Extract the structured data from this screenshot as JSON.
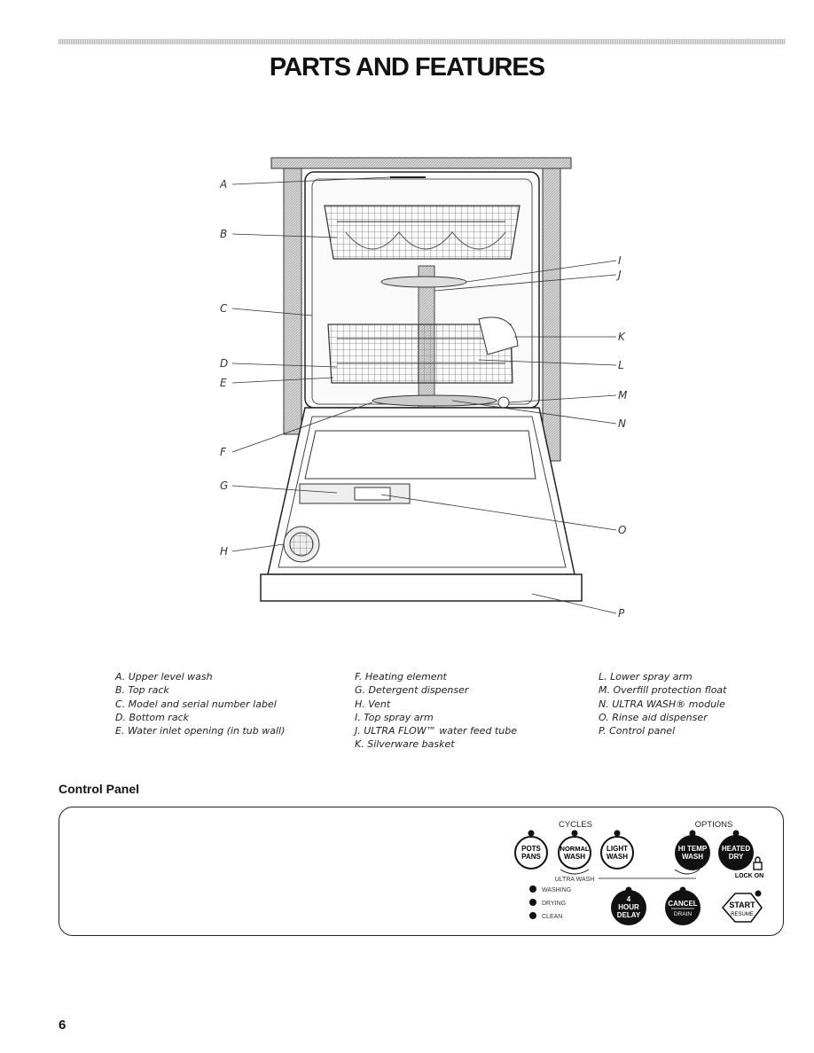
{
  "page": {
    "title": "PARTS AND FEATURES",
    "number": "6"
  },
  "diagram": {
    "callouts": [
      "A",
      "B",
      "C",
      "D",
      "E",
      "F",
      "G",
      "H",
      "I",
      "J",
      "K",
      "L",
      "M",
      "N",
      "O",
      "P"
    ]
  },
  "legend": {
    "col1": [
      "A. Upper level wash",
      "B. Top rack",
      "C. Model and serial number label",
      "D. Bottom rack",
      "E. Water inlet opening (in tub wall)"
    ],
    "col2": [
      "F. Heating element",
      "G. Detergent dispenser",
      "H. Vent",
      "I. Top spray arm",
      "J. ULTRA FLOW™ water feed tube",
      "K. Silverware basket"
    ],
    "col3": [
      "L. Lower spray arm",
      "M. Overfill protection float",
      "N. ULTRA WASH® module",
      "O. Rinse aid dispenser",
      "P. Control panel"
    ]
  },
  "control_panel": {
    "section_title": "Control Panel",
    "cycles_label": "CYCLES",
    "options_label": "OPTIONS",
    "cycle_buttons": [
      {
        "line1": "POTS",
        "line2": "PANS"
      },
      {
        "line1": "NORMAL",
        "line2": "WASH"
      },
      {
        "line1": "LIGHT",
        "line2": "WASH"
      }
    ],
    "option_buttons": [
      {
        "line1": "HI TEMP",
        "line2": "WASH"
      },
      {
        "line1": "HEATED",
        "line2": "DRY"
      }
    ],
    "ultra_wash_label": "ULTRA WASH",
    "lock_label": "LOCK ON",
    "status_lights": [
      "WASHING",
      "DRYING",
      "CLEAN"
    ],
    "delay_button": {
      "line1": "4",
      "line2": "HOUR",
      "line3": "DELAY"
    },
    "cancel_button": {
      "line1": "CANCEL",
      "line2": "DRAIN"
    },
    "start_button": {
      "line1": "START",
      "line2": "RESUME"
    }
  }
}
